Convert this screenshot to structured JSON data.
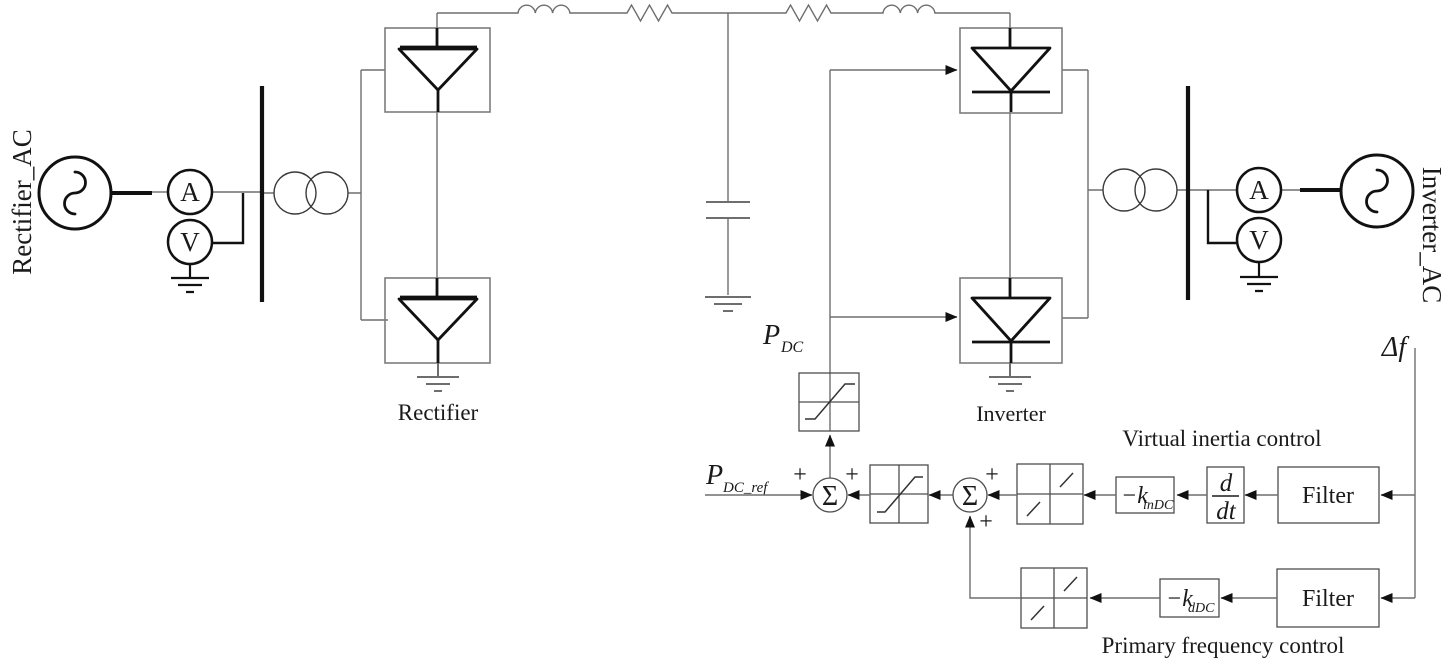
{
  "diagram": {
    "left_source_label": "Rectifier_AC",
    "right_source_label": "Inverter_AC",
    "rectifier_label": "Rectifier",
    "inverter_label": "Inverter",
    "ammeter": "A",
    "voltmeter": "V"
  },
  "control": {
    "p_dc": "P",
    "p_dc_sub": "DC",
    "p_dc_ref": "P",
    "p_dc_ref_sub": "DC_ref",
    "sum_symbol": "Σ",
    "plus": "+",
    "inertia_gain": "−k",
    "inertia_gain_sub": "inDC",
    "droop_gain": "−k",
    "droop_gain_sub": "dDC",
    "derivative_num": "d",
    "derivative_den": "dt",
    "filter_label": "Filter",
    "delta_f": "Δf",
    "inertia_title": "Virtual inertia control",
    "primary_title": "Primary frequency control"
  },
  "colors": {
    "wire": "#6e6e6e",
    "component": "#111111",
    "component_box": "#7d7d7d",
    "text": "#1a1a1a",
    "background": "#ffffff"
  }
}
